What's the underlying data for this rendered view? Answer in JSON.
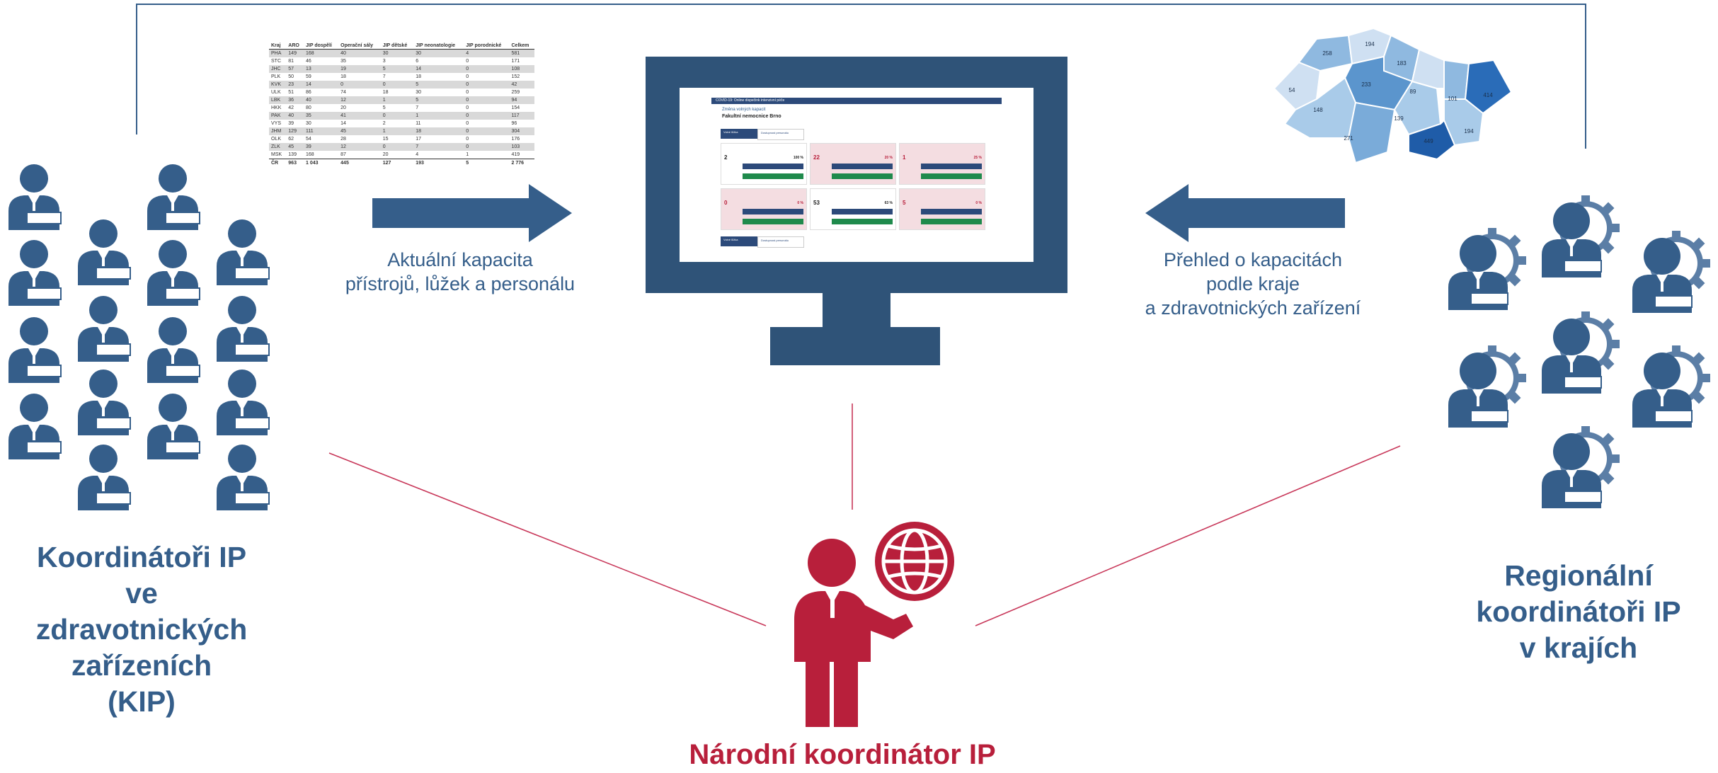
{
  "left_group": {
    "label_lines": [
      "Koordinátoři IP",
      "ve",
      "zdravotnických",
      "zařízeních",
      "(KIP)"
    ]
  },
  "right_group": {
    "label_lines": [
      "Regionální",
      "koordinátoři IP",
      "v krajích"
    ]
  },
  "left_arrow_caption": [
    "Aktuální kapacita",
    "přístrojů, lůžek a personálu"
  ],
  "right_arrow_caption": [
    "Přehled o kapacitách",
    "podle kraje",
    "a zdravotnických zařízení"
  ],
  "national": {
    "label": "Národní koordinátor IP"
  },
  "colors": {
    "blue": "#355e8a",
    "red": "#b81f3b",
    "dark_navy": "#2c4a7a"
  },
  "icons": {
    "person": "person-icon",
    "gear": "gear-icon",
    "globe": "globe-icon",
    "monitor": "monitor-icon",
    "map": "map-icon"
  },
  "capacity_table": {
    "headers": [
      "Kraj",
      "ARO",
      "JIP dospělí",
      "Operační sály",
      "JIP dětské",
      "JIP neonatologie",
      "JIP porodnické",
      "Celkem"
    ],
    "rows": [
      [
        "PHA",
        "149",
        "168",
        "40",
        "30",
        "30",
        "4",
        "581"
      ],
      [
        "STC",
        "81",
        "46",
        "35",
        "3",
        "6",
        "0",
        "171"
      ],
      [
        "JHC",
        "57",
        "13",
        "19",
        "5",
        "14",
        "0",
        "108"
      ],
      [
        "PLK",
        "50",
        "59",
        "18",
        "7",
        "18",
        "0",
        "152"
      ],
      [
        "KVK",
        "23",
        "14",
        "0",
        "0",
        "5",
        "0",
        "42"
      ],
      [
        "ULK",
        "51",
        "86",
        "74",
        "18",
        "30",
        "0",
        "259"
      ],
      [
        "LBK",
        "36",
        "40",
        "12",
        "1",
        "5",
        "0",
        "94"
      ],
      [
        "HKK",
        "42",
        "80",
        "20",
        "5",
        "7",
        "0",
        "154"
      ],
      [
        "PAK",
        "40",
        "35",
        "41",
        "0",
        "1",
        "0",
        "117"
      ],
      [
        "VYS",
        "39",
        "30",
        "14",
        "2",
        "11",
        "0",
        "96"
      ],
      [
        "JHM",
        "129",
        "111",
        "45",
        "1",
        "18",
        "0",
        "304"
      ],
      [
        "OLK",
        "62",
        "54",
        "28",
        "15",
        "17",
        "0",
        "176"
      ],
      [
        "ZLK",
        "45",
        "39",
        "12",
        "0",
        "7",
        "0",
        "103"
      ],
      [
        "MSK",
        "139",
        "168",
        "87",
        "20",
        "4",
        "1",
        "419"
      ]
    ],
    "total": [
      "ČR",
      "963",
      "1 043",
      "445",
      "127",
      "193",
      "5",
      "2 776"
    ]
  },
  "map_values": [
    "258",
    "194",
    "183",
    "54",
    "233",
    "148",
    "89",
    "101",
    "414",
    "139",
    "194",
    "271",
    "449"
  ],
  "screen": {
    "app_title": "COVID-19: Online dispečink intenzivní péče",
    "subtitle": "Změna volných kapacit",
    "hospital": "Fakultní nemocnice Brno",
    "tab_active": "Volné lůžka",
    "tab_inactive": "Dostupnost personálu",
    "cards": [
      {
        "value": "2",
        "pct": "100 %",
        "style": "white"
      },
      {
        "value": "22",
        "pct": "20 %",
        "style": "pink"
      },
      {
        "value": "1",
        "pct": "25 %",
        "style": "pink"
      },
      {
        "value": "0",
        "pct": "0 %",
        "style": "pink"
      },
      {
        "value": "53",
        "pct": "63 %",
        "style": "white"
      },
      {
        "value": "5",
        "pct": "0 %",
        "style": "pink"
      }
    ]
  }
}
